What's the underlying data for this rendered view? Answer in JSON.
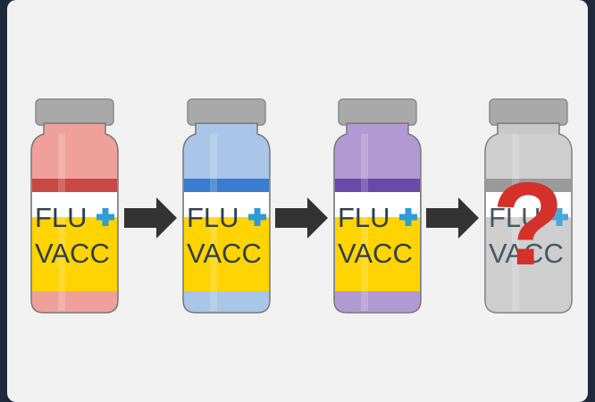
{
  "colors": {
    "background": "#1e2a3c",
    "panel": "#f1f1f1",
    "cap": "#a9a9a9",
    "label_white": "#ffffff",
    "label_yellow": "#ffd400",
    "text": "#2f3f4c",
    "plus": "#2f9bd7",
    "arrow": "#333333",
    "question_mark": "#d3312a"
  },
  "vials": [
    {
      "line1": "FLU",
      "line2": "VACC",
      "glass": "#f0a09a",
      "band": "#c84944",
      "cap": "#a9a9a9",
      "unknown": false
    },
    {
      "line1": "FLU",
      "line2": "VACC",
      "glass": "#a9c5e8",
      "band": "#3a7cd0",
      "cap": "#a9a9a9",
      "unknown": false
    },
    {
      "line1": "FLU",
      "line2": "VACC",
      "glass": "#b19ad3",
      "band": "#6a4aa8",
      "cap": "#a9a9a9",
      "unknown": false
    },
    {
      "line1": "FLU",
      "line2": "VACC",
      "glass": "#c8c8c8",
      "band": "#8d8d8d",
      "cap": "#a9a9a9",
      "unknown": true
    }
  ],
  "arrows": [
    {
      "icon": "right-arrow-icon"
    },
    {
      "icon": "right-arrow-icon"
    },
    {
      "icon": "right-arrow-icon"
    }
  ],
  "unknown_mark": {
    "text": "?",
    "icon": "question-mark-icon"
  }
}
